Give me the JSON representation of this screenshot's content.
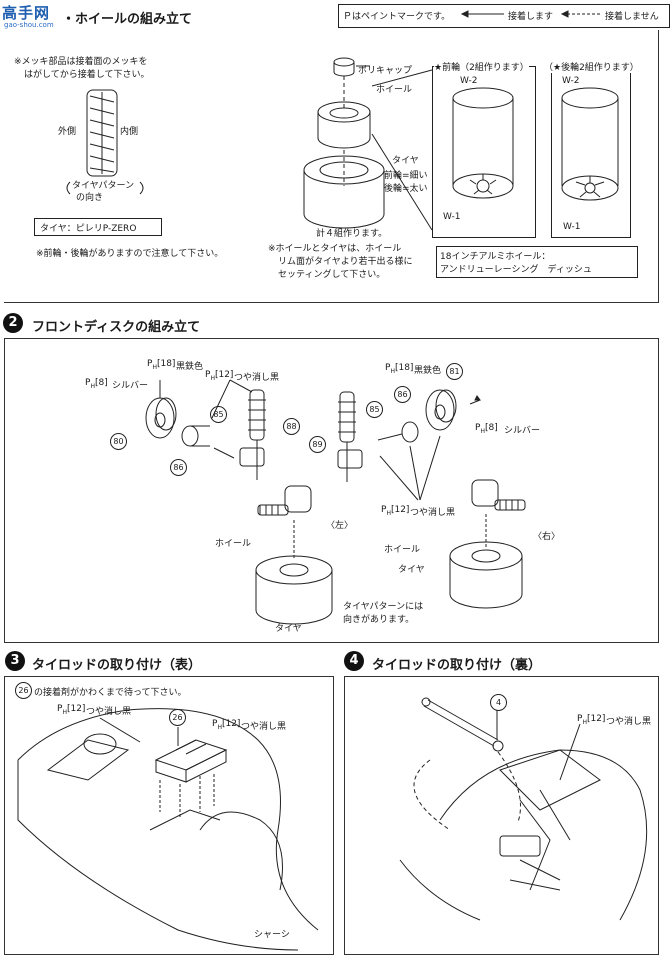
{
  "logo": {
    "main": "高手网",
    "sub": "gao-shou.com"
  },
  "header": {
    "section1_title": "・ホイールの組み立て",
    "legend": "Ｐはペイントマークです。",
    "legend_glue": "接着します",
    "legend_noglue": "接着しません"
  },
  "section1": {
    "plating_note_line1": "※メッキ部品は接着面のメッキを",
    "plating_note_line2": "はがしてから接着して下さい。",
    "outer_side": "外側",
    "inner_side": "内側",
    "tread_line1": "タイヤパターン",
    "tread_line2": "の向き",
    "tire_brand": "タイヤ：ピレリP-ZERO",
    "front_rear_note": "※前輪・後輪がありますので注意して下さい。",
    "poly_cap": "ポリキャップ",
    "wheel": "ホイール",
    "tire": "タイヤ",
    "front_thin": "前輪=細い",
    "rear_thick": "後輪=太い",
    "make_four": "計４組作ります。",
    "fit_note_line1": "※ホイールとタイヤは、ホイール",
    "fit_note_line2": "リム面がタイヤより若干出る様に",
    "fit_note_line3": "セッティングして下さい。",
    "front_pair": "★前輪（2組作ります）",
    "rear_pair": "（★後輪2組作ります）",
    "w2_front": "W-2",
    "w1_front": "W-1",
    "w2_rear": "W-2",
    "w1_rear": "W-1",
    "alloy_line1": "18インチアルミホイール：",
    "alloy_line2": "アンドリューレーシング　ディッシュ"
  },
  "section2": {
    "number": "2",
    "title": "フロントディスクの組み立て",
    "ph18_black_iron_l": "黒鉄色",
    "ph12_flat_black_l": "つや消し黒",
    "ph8_silver_l": "シルバー",
    "ph18_black_iron_r": "黒鉄色",
    "ph12_flat_black_r": "つや消し黒",
    "ph8_silver_r": "シルバー",
    "code18": "18",
    "code12": "12",
    "code8": "8",
    "p80": "80",
    "p81": "81",
    "p85a": "85",
    "p85b": "85",
    "p86a": "86",
    "p86b": "86",
    "p88": "88",
    "p89": "89",
    "left": "〈左〉",
    "right": "〈右〉",
    "wheel_l": "ホイール",
    "tire_l": "タイヤ",
    "wheel_r": "ホイール",
    "tire_r": "タイヤ",
    "pattern_line1": "タイヤパターンには",
    "pattern_line2": "向きがあります。"
  },
  "section3": {
    "number": "3",
    "title": "タイロッドの取り付け（表）",
    "glue_note": "の接着剤がかわくまで待って下さい。",
    "p26a": "26",
    "p26b": "26",
    "ph12_flat_black_a": "つや消し黒",
    "ph12_flat_black_b": "つや消し黒",
    "chassis": "シャーシ"
  },
  "section4": {
    "number": "4",
    "title": "タイロッドの取り付け（裏）",
    "p4": "4",
    "ph12_flat_black": "つや消し黒"
  }
}
